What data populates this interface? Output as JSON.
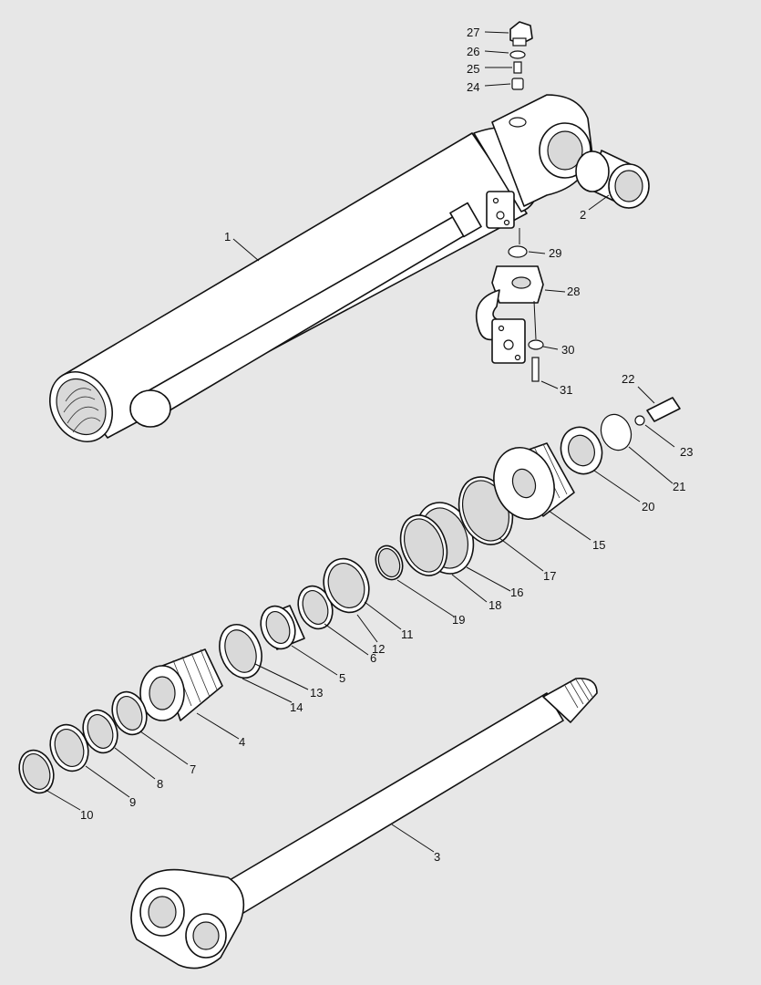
{
  "callouts": [
    {
      "id": "c1",
      "label": "1"
    },
    {
      "id": "c2",
      "label": "2"
    },
    {
      "id": "c3",
      "label": "3"
    },
    {
      "id": "c4",
      "label": "4"
    },
    {
      "id": "c5",
      "label": "5"
    },
    {
      "id": "c6",
      "label": "6"
    },
    {
      "id": "c7",
      "label": "7"
    },
    {
      "id": "c8",
      "label": "8"
    },
    {
      "id": "c9",
      "label": "9"
    },
    {
      "id": "c10",
      "label": "10"
    },
    {
      "id": "c11",
      "label": "11"
    },
    {
      "id": "c12",
      "label": "12"
    },
    {
      "id": "c13",
      "label": "13"
    },
    {
      "id": "c14",
      "label": "14"
    },
    {
      "id": "c15",
      "label": "15"
    },
    {
      "id": "c16",
      "label": "16"
    },
    {
      "id": "c17",
      "label": "17"
    },
    {
      "id": "c18",
      "label": "18"
    },
    {
      "id": "c19",
      "label": "19"
    },
    {
      "id": "c20",
      "label": "20"
    },
    {
      "id": "c21",
      "label": "21"
    },
    {
      "id": "c22",
      "label": "22"
    },
    {
      "id": "c23",
      "label": "23"
    },
    {
      "id": "c24",
      "label": "24"
    },
    {
      "id": "c25",
      "label": "25"
    },
    {
      "id": "c26",
      "label": "26"
    },
    {
      "id": "c27",
      "label": "27"
    },
    {
      "id": "c28",
      "label": "28"
    },
    {
      "id": "c29",
      "label": "29"
    },
    {
      "id": "c30",
      "label": "30"
    },
    {
      "id": "c31",
      "label": "31"
    }
  ],
  "colors": {
    "background": "#e7e7e7",
    "line": "#111111",
    "part_fill": "#ffffff"
  }
}
